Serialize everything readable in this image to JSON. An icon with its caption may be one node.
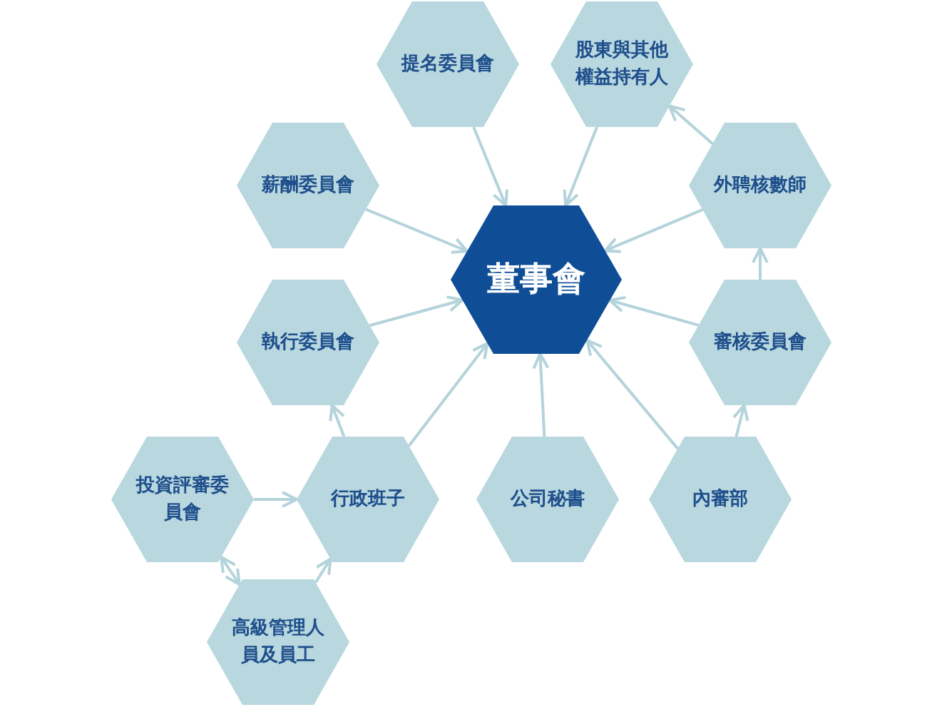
{
  "diagram": {
    "nodes": [
      {
        "text": [
          "董事會"
        ]
      },
      {
        "text": [
          "提名委員會"
        ]
      },
      {
        "text": [
          "股東與其他權益持有人"
        ]
      },
      {
        "text": [
          "薪酬委員會"
        ]
      },
      {
        "text": [
          "外聘核數師"
        ]
      },
      {
        "text": [
          "執行委員會"
        ]
      },
      {
        "text": [
          "審核委員會"
        ]
      },
      {
        "text": [
          "投資評審委員會"
        ]
      },
      {
        "text": [
          "行政班子"
        ]
      },
      {
        "text": [
          "公司秘書"
        ]
      },
      {
        "text": [
          "內審部"
        ]
      },
      {
        "text": [
          "高級管理人員及員工"
        ]
      }
    ],
    "edges": [
      {
        "from": 1,
        "to": 0,
        "arrow": "to"
      },
      {
        "from": 2,
        "to": 0,
        "arrow": "to"
      },
      {
        "from": 3,
        "to": 0,
        "arrow": "to"
      },
      {
        "from": 4,
        "to": 0,
        "arrow": "to"
      },
      {
        "from": 4,
        "to": 2,
        "arrow": "to"
      },
      {
        "from": 5,
        "to": 0,
        "arrow": "to"
      },
      {
        "from": 6,
        "to": 0,
        "arrow": "to"
      },
      {
        "from": 6,
        "to": 4,
        "arrow": "to"
      },
      {
        "from": 8,
        "to": 0,
        "arrow": "to"
      },
      {
        "from": 8,
        "to": 5,
        "arrow": "to"
      },
      {
        "from": 9,
        "to": 0,
        "arrow": "to"
      },
      {
        "from": 10,
        "to": 0,
        "arrow": "to"
      },
      {
        "from": 10,
        "to": 6,
        "arrow": "to"
      },
      {
        "from": 7,
        "to": 8,
        "arrow": "to"
      },
      {
        "from": 7,
        "to": 11,
        "arrow": "both"
      },
      {
        "from": 11,
        "to": 8,
        "arrow": "to"
      }
    ]
  }
}
